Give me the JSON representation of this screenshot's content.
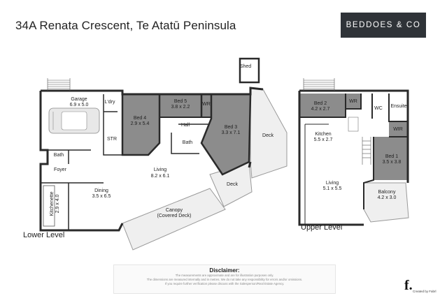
{
  "address": "34A Renata Crescent, Te Atatū Peninsula",
  "brand": "BEDDOES & CO",
  "levels": {
    "lower": "Lower Level",
    "upper": "Upper Level"
  },
  "rooms": {
    "shed": "Shed",
    "garage": {
      "name": "Garage",
      "size": "6.9 x 5.0"
    },
    "ldry": "L'dry",
    "bed4": {
      "name": "Bed 4",
      "size": "2.9 x 5.4"
    },
    "bed5": {
      "name": "Bed 5",
      "size": "3.8 x 2.2"
    },
    "wr_lower": "WR",
    "bed3": {
      "name": "Bed 3",
      "size": "3.3 x 7.1"
    },
    "deck_right": "Deck",
    "hall": "Hall",
    "str": "STR",
    "bath_lower": "Bath",
    "bath_small": "Bath",
    "foyer": "Foyer",
    "living_lower": {
      "name": "Living",
      "size": "8.2 x 6.1"
    },
    "dining": {
      "name": "Dining",
      "size": "3.5 x 6.5"
    },
    "kitchenette": {
      "name": "Kitchenette",
      "size": "2.9 x 4.0"
    },
    "deck_mid": "Deck",
    "canopy": {
      "name": "Canopy",
      "note": "(Covered Deck)"
    },
    "bed2": {
      "name": "Bed 2",
      "size": "4.2 x 2.7"
    },
    "wr_upper": "WR",
    "wc": "WC",
    "ensuite": "Ensuite",
    "wir": "WIR",
    "kitchen": {
      "name": "Kitchen",
      "size": "5.5 x 2.7"
    },
    "bed1": {
      "name": "Bed 1",
      "size": "3.5 x 3.8"
    },
    "living_upper": {
      "name": "Living",
      "size": "5.1 x 5.5"
    },
    "balcony": {
      "name": "Balcony",
      "size": "4.2 x 3.0"
    }
  },
  "disclaimer": {
    "heading": "Disclaimer:",
    "lines": [
      "The measurements are approximate and are for illustration purposes only.",
      "The dimensions are measured internally and in metres. We do not take any responsibility for errors and/or omissions.",
      "If you require further verification please discuss with the Salesperson/Real Estate Agency."
    ]
  },
  "credit": {
    "mark": "f.",
    "text": "Created by Fabrl"
  },
  "colors": {
    "shaded_room": "#8c8c8c",
    "deck": "#efefef",
    "wall": "#2a2a2a",
    "logo_bg": "#2f3338"
  }
}
